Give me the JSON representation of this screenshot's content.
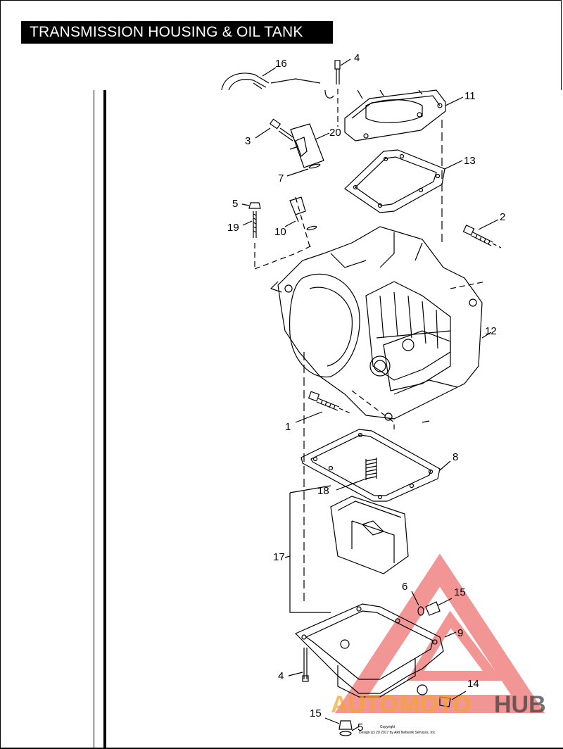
{
  "title": "TRANSMISSION HOUSING & OIL TANK",
  "callouts": {
    "c16": "16",
    "c4_top": "4",
    "c11": "11",
    "c3": "3",
    "c20": "20",
    "c13": "13",
    "c7": "7",
    "c5_top": "5",
    "c2": "2",
    "c19": "19",
    "c10": "10",
    "c12": "12",
    "c1": "1",
    "c8": "8",
    "c18": "18",
    "c17": "17",
    "c6": "6",
    "c15_right": "15",
    "c9": "9",
    "c4_bottom": "4",
    "c14": "14",
    "c15_bottom": "15",
    "c5_bottom": "5"
  },
  "copyright": {
    "line1": "Copyright",
    "line2": "Design (c) 20   2017 by ARI Network Services, Inc."
  },
  "watermark": {
    "text_auto": "AUTO",
    "text_moto": "MOTO",
    "text_hub": "HUB",
    "color_triangle": "#e8423f",
    "color_auto": "#f5a623",
    "color_hub": "#3a3a3a"
  }
}
